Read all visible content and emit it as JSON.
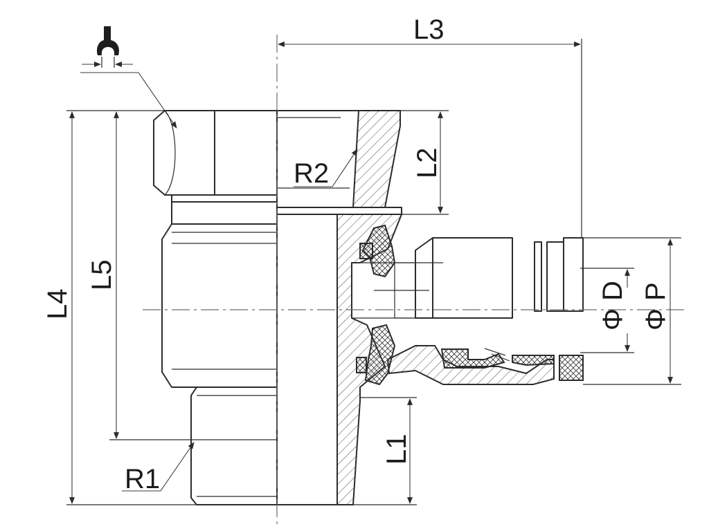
{
  "labels": {
    "L1": "L1",
    "L2": "L2",
    "L3": "L3",
    "L4": "L4",
    "L5": "L5",
    "R1": "R1",
    "R2": "R2",
    "D": "Φ D",
    "P": "Φ P"
  },
  "icons": {
    "wrench": "wrench-icon"
  }
}
